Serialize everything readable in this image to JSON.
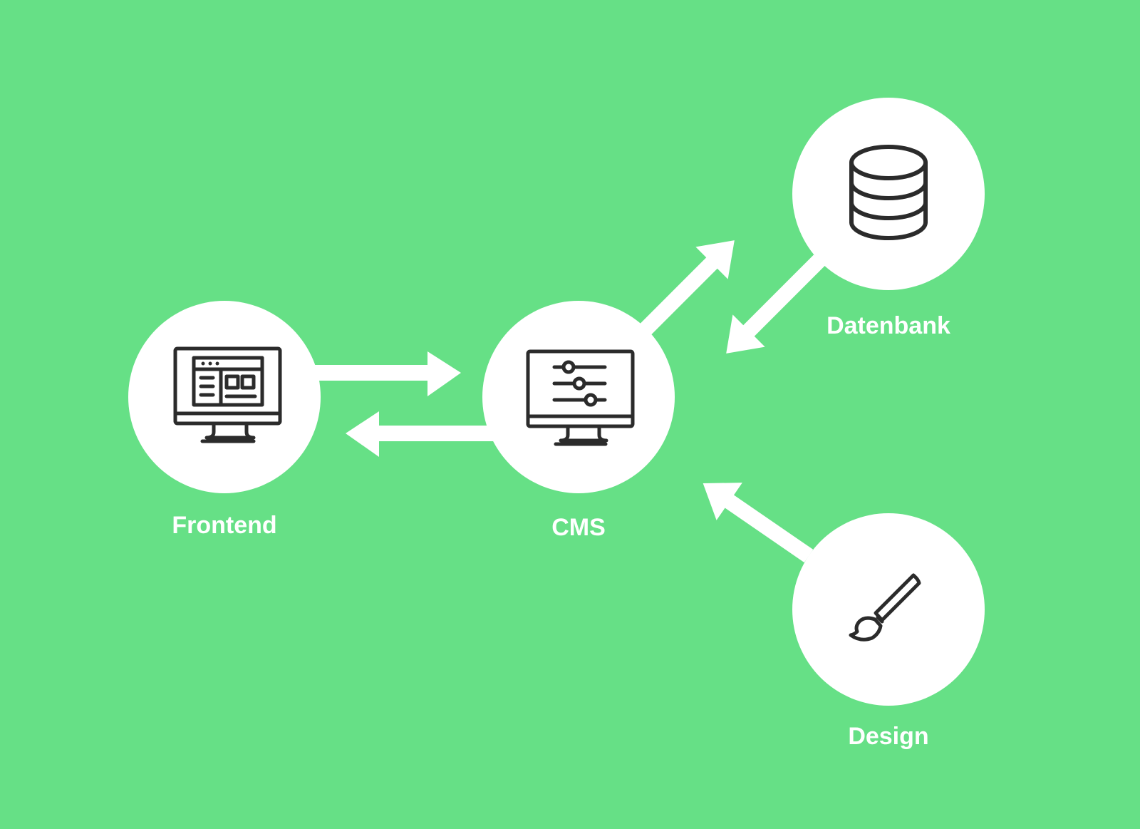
{
  "diagram": {
    "background": "#66e086",
    "node_fill": "#ffffff",
    "arrow_fill": "#ffffff",
    "icon_stroke": "#2b2b2b",
    "label_color": "#ffffff",
    "nodes": [
      {
        "id": "frontend",
        "label": "Frontend",
        "icon": "browser-monitor-icon"
      },
      {
        "id": "cms",
        "label": "CMS",
        "icon": "settings-monitor-icon"
      },
      {
        "id": "datenbank",
        "label": "Datenbank",
        "icon": "database-icon"
      },
      {
        "id": "design",
        "label": "Design",
        "icon": "paintbrush-icon"
      }
    ],
    "edges": [
      {
        "from": "frontend",
        "to": "cms"
      },
      {
        "from": "cms",
        "to": "frontend"
      },
      {
        "from": "cms",
        "to": "datenbank"
      },
      {
        "from": "datenbank",
        "to": "cms"
      },
      {
        "from": "design",
        "to": "cms"
      }
    ]
  }
}
